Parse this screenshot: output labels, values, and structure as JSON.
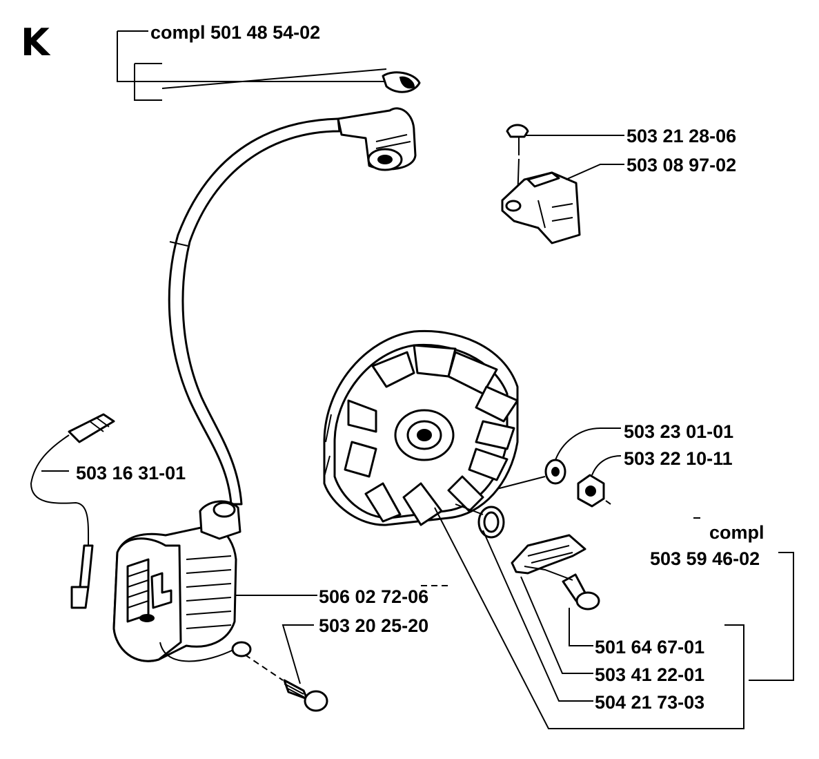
{
  "section_letter": "K",
  "labels": {
    "ignition_lead_compl": "compl 501 48 54-02",
    "screw_top": "503 21 28-06",
    "short_circuit_contact": "503 08 97-02",
    "cable_503_16": "503 16 31-01",
    "washer": "503 23 01-01",
    "nut": "503 22 10-11",
    "flywheel_compl_word": "compl",
    "flywheel_compl_number": "503 59 46-02",
    "ignition_module": "506 02 72-06",
    "module_screw": "503 20 25-20",
    "pawl_screw": "501 64 67-01",
    "pawl": "503 41 22-01",
    "flywheel": "504 21 73-03"
  }
}
